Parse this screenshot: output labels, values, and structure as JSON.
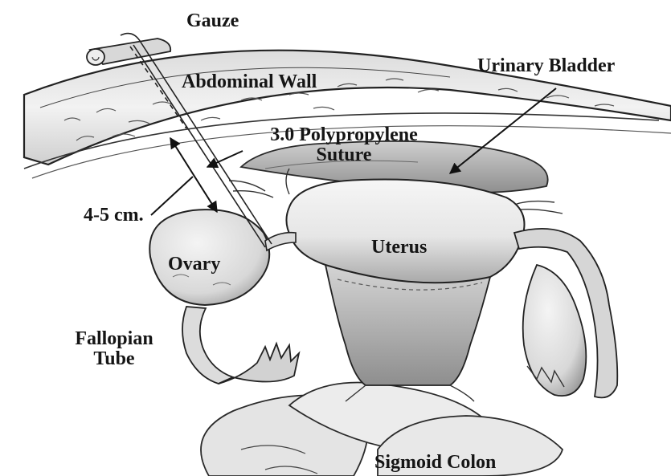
{
  "labels": {
    "gauze": "Gauze",
    "abdominal_wall": "Abdominal Wall",
    "urinary_bladder": "Urinary Bladder",
    "suture_line1": "3.0 Polypropylene",
    "suture_line2": "Suture",
    "distance": "4-5 cm.",
    "uterus": "Uterus",
    "ovary": "Ovary",
    "fallopian_line1": "Fallopian",
    "fallopian_line2": "Tube",
    "sigmoid_colon": "Sigmoid Colon"
  }
}
